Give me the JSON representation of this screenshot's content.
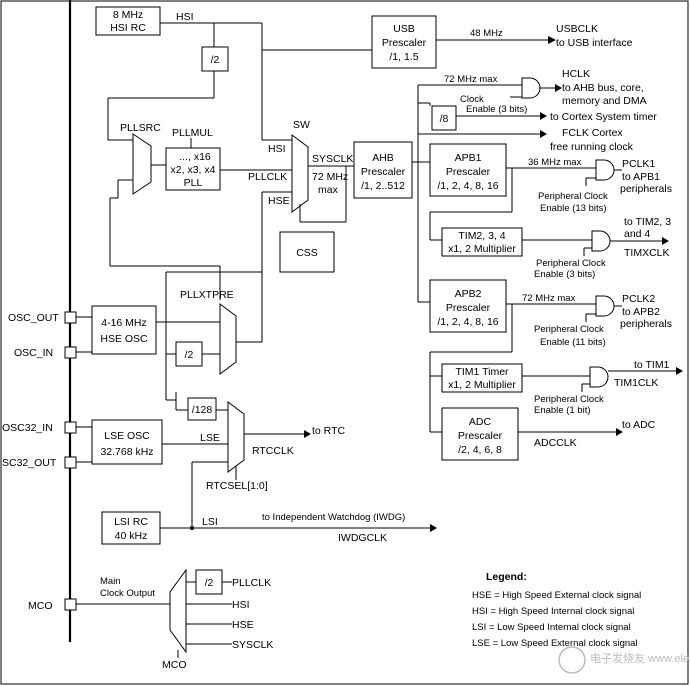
{
  "boxes": {
    "hsi_rc_l1": "8 MHz",
    "hsi_rc_l2": "HSI RC",
    "div2_hsi": "/2",
    "usb_l1": "USB",
    "usb_l2": "Prescaler",
    "usb_l3": "/1, 1.5",
    "pll_l1": "..., x16",
    "pll_l2": "x2, x3, x4",
    "pll_l3": "PLL",
    "ahb_l1": "AHB",
    "ahb_l2": "Prescaler",
    "ahb_l3": "/1, 2..512",
    "div8": "/8",
    "apb1_l1": "APB1",
    "apb1_l2": "Prescaler",
    "apb1_l3": "/1, 2, 4, 8, 16",
    "tim234_l1": "TIM2, 3, 4",
    "tim234_l2": "x1, 2 Multiplier",
    "css": "CSS",
    "apb2_l1": "APB2",
    "apb2_l2": "Prescaler",
    "apb2_l3": "/1, 2, 4, 8, 16",
    "tim1_l1": "TIM1 Timer",
    "tim1_l2": "x1, 2 Multiplier",
    "hse_osc_l1": "4-16 MHz",
    "hse_osc_l2": "HSE OSC",
    "div2_hse": "/2",
    "div128": "/128",
    "lse_osc_l1": "LSE OSC",
    "lse_osc_l2": "32.768 kHz",
    "adc_l1": "ADC",
    "adc_l2": "Prescaler",
    "adc_l3": "/2, 4, 6, 8",
    "lsi_rc_l1": "LSI RC",
    "lsi_rc_l2": "40 kHz",
    "div2_mco": "/2"
  },
  "labels": {
    "hsi": "HSI",
    "mhz48": "48 MHz",
    "usbclk": "USBCLK",
    "to_usb": "to USB interface",
    "pllsrc": "PLLSRC",
    "pllmul": "PLLMUL",
    "sw": "SW",
    "hsi_sw": "HSI",
    "pllclk": "PLLCLK",
    "hse_sw": "HSE",
    "sysclk": "SYSCLK",
    "mhz72_l1": "72 MHz",
    "mhz72_l2": "max",
    "mhz72max_top": "72 MHz max",
    "hclk": "HCLK",
    "to_ahb_l1": "to AHB bus, core,",
    "to_ahb_l2": "memory and DMA",
    "clock_enable_l1": "Clock",
    "clock_enable_l2": "Enable (3 bits)",
    "to_cortex_timer": "to Cortex System timer",
    "fclk_l1": "FCLK Cortex",
    "fclk_l2": "free running clock",
    "mhz36max": "36 MHz max",
    "pclk1": "PCLK1",
    "to_apb1_l1": "to APB1",
    "to_apb1_l2": "peripherals",
    "pce13_l1": "Peripheral Clock",
    "pce13_l2": "Enable (13 bits)",
    "to_tim234_l1": "to TIM2, 3",
    "to_tim234_l2": "and 4",
    "timxclk": "TIMXCLK",
    "pce3_l1": "Peripheral Clock",
    "pce3_l2": "Enable (3 bits)",
    "pllxtpre": "PLLXTPRE",
    "osc_out": "OSC_OUT",
    "osc_in": "OSC_IN",
    "mhz72max_apb2": "72 MHz max",
    "pclk2": "PCLK2",
    "to_apb2_l1": "to APB2",
    "to_apb2_l2": "peripherals",
    "pce11_l1": "Peripheral Clock",
    "pce11_l2": "Enable (11 bits)",
    "to_tim1": "to TIM1",
    "tim1clk": "TIM1CLK",
    "pce1_l1": "Peripheral Clock",
    "pce1_l2": "Enable (1 bit)",
    "osc32_in": "OSC32_IN",
    "osc32_out": "SC32_OUT",
    "to_rtc": "to RTC",
    "lse": "LSE",
    "rtcclk": "RTCCLK",
    "rtcsel": "RTCSEL[1:0]",
    "to_adc": "to ADC",
    "adcclk": "ADCCLK",
    "lsi": "LSI",
    "to_iwdg": "to Independent Watchdog (IWDG)",
    "iwdgclk": "IWDGCLK",
    "mco_l1": "Main",
    "mco_l2": "Clock Output",
    "mco_pin": "MCO",
    "mco_pllclk": "PLLCLK",
    "mco_hsi": "HSI",
    "mco_hse": "HSE",
    "mco_sysclk": "SYSCLK",
    "mco_mux": "MCO"
  },
  "legend": {
    "title": "Legend:",
    "items": [
      "HSE = High Speed External clock signal",
      "HSI = High Speed Internal clock signal",
      "LSI = Low Speed Internal clock signal",
      "LSE = Low Speed External clock signal"
    ]
  },
  "watermark": "电子发烧友 www.elecfans.com"
}
